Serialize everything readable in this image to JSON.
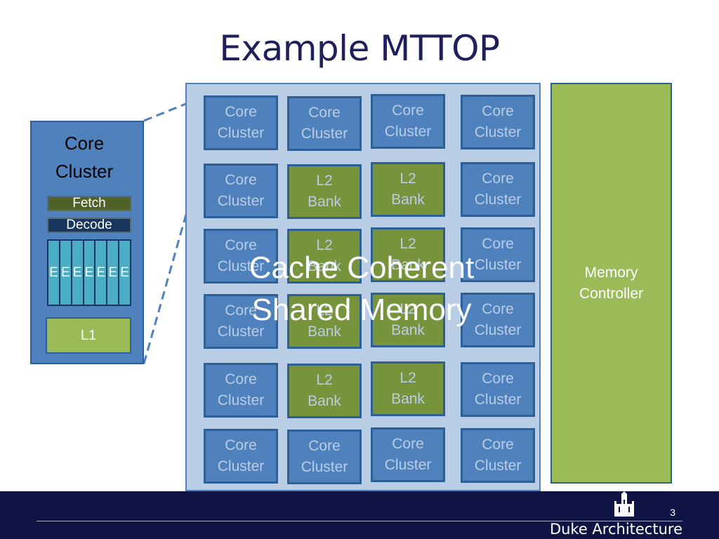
{
  "title": "Example MTTOP",
  "core_detail": {
    "title_line1": "Core",
    "title_line2": "Cluster",
    "fetch_label": "Fetch",
    "decode_label": "Decode",
    "exec_units": [
      "E",
      "E",
      "E",
      "E",
      "E",
      "E",
      "E"
    ],
    "l1_label": "L1"
  },
  "chip": {
    "rows": [
      [
        {
          "kind": "core",
          "line1": "Core",
          "line2": "Cluster"
        },
        {
          "kind": "core",
          "line1": "Core",
          "line2": "Cluster"
        },
        {
          "kind": "core",
          "line1": "Core",
          "line2": "Cluster"
        },
        {
          "kind": "core",
          "line1": "Core",
          "line2": "Cluster"
        }
      ],
      [
        {
          "kind": "core",
          "line1": "Core",
          "line2": "Cluster"
        },
        {
          "kind": "l2",
          "line1": "L2",
          "line2": "Bank"
        },
        {
          "kind": "l2",
          "line1": "L2",
          "line2": "Bank"
        },
        {
          "kind": "core",
          "line1": "Core",
          "line2": "Cluster"
        }
      ],
      [
        {
          "kind": "core",
          "line1": "Core",
          "line2": "Cluster"
        },
        {
          "kind": "l2",
          "line1": "L2",
          "line2": "Bank"
        },
        {
          "kind": "l2",
          "line1": "L2",
          "line2": "Bank"
        },
        {
          "kind": "core",
          "line1": "Core",
          "line2": "Cluster"
        }
      ],
      [
        {
          "kind": "core",
          "line1": "Core",
          "line2": "Cluster"
        },
        {
          "kind": "l2",
          "line1": "L2",
          "line2": "Bank"
        },
        {
          "kind": "l2",
          "line1": "L2",
          "line2": "Bank"
        },
        {
          "kind": "core",
          "line1": "Core",
          "line2": "Cluster"
        }
      ],
      [
        {
          "kind": "core",
          "line1": "Core",
          "line2": "Cluster"
        },
        {
          "kind": "l2",
          "line1": "L2",
          "line2": "Bank"
        },
        {
          "kind": "l2",
          "line1": "L2",
          "line2": "Bank"
        },
        {
          "kind": "core",
          "line1": "Core",
          "line2": "Cluster"
        }
      ],
      [
        {
          "kind": "core",
          "line1": "Core",
          "line2": "Cluster"
        },
        {
          "kind": "core",
          "line1": "Core",
          "line2": "Cluster"
        },
        {
          "kind": "core",
          "line1": "Core",
          "line2": "Cluster"
        },
        {
          "kind": "core",
          "line1": "Core",
          "line2": "Cluster"
        }
      ]
    ],
    "overlay_line1": "Cache Coherent",
    "overlay_line2": "Shared Memory"
  },
  "memory_controller": {
    "line1": "Memory",
    "line2": "Controller"
  },
  "footer": {
    "page_number": "3",
    "brand": "Duke Architecture",
    "logo": "duke-chapel-icon"
  },
  "colors": {
    "title": "#1f1f5c",
    "core_blue": "#4f81bd",
    "chip_background": "#b9cde5",
    "l2_green": "#77933c",
    "mem_green": "#9bbb59",
    "footer_navy": "#101445"
  }
}
